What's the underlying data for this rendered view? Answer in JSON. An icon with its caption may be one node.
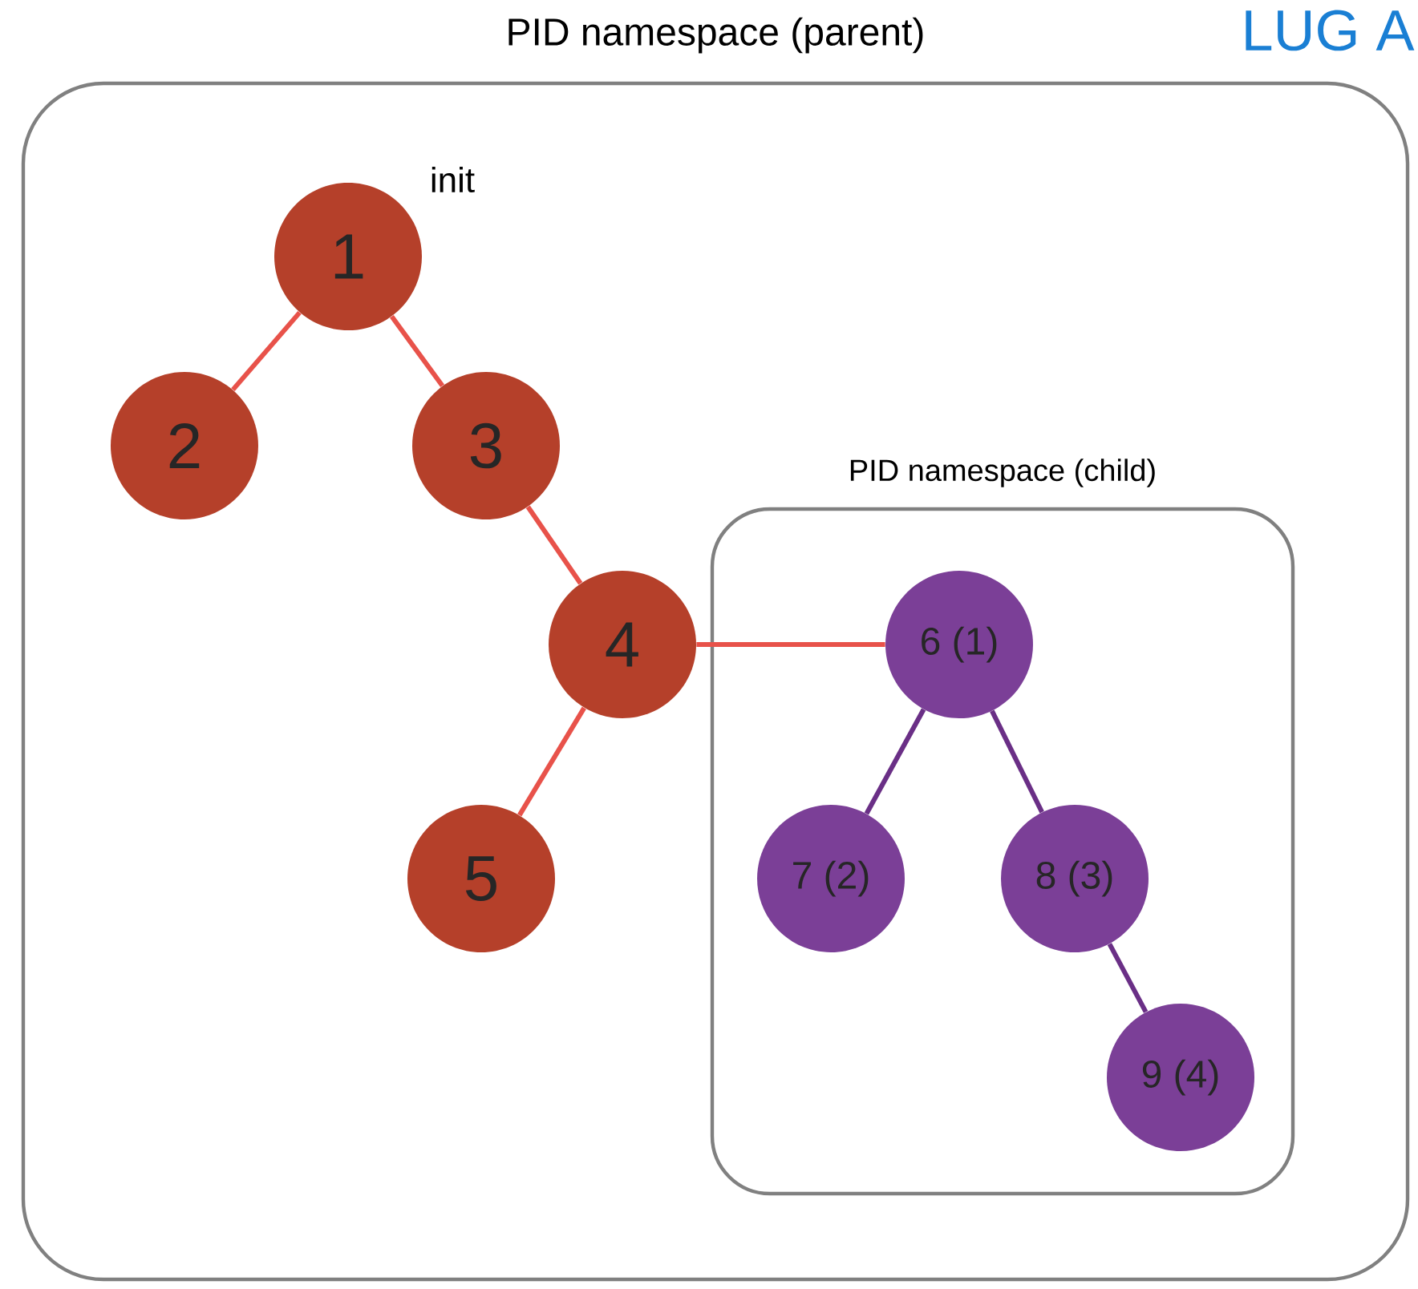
{
  "diagram": {
    "nodes": [
      {
        "text": [
          "PID namespace (parent)"
        ]
      },
      {
        "text": [
          "1"
        ],
        "beside": [
          "init"
        ],
        "in": 0
      },
      {
        "text": [
          "2"
        ],
        "in": 0
      },
      {
        "text": [
          "3"
        ],
        "in": 0
      },
      {
        "text": [
          "4"
        ],
        "in": 0
      },
      {
        "text": [
          "5"
        ],
        "in": 0
      },
      {
        "text": [
          "PID namespace (child)"
        ],
        "in": 0
      },
      {
        "text": [
          "6 (1)"
        ],
        "in": 6
      },
      {
        "text": [
          "7 (2)"
        ],
        "in": 6
      },
      {
        "text": [
          "8 (3)"
        ],
        "in": 6
      },
      {
        "text": [
          "9 (4)"
        ],
        "in": 6
      }
    ],
    "edges": [
      {
        "from": 1,
        "to": 2,
        "arrow": "none"
      },
      {
        "from": 1,
        "to": 3,
        "arrow": "none"
      },
      {
        "from": 3,
        "to": 4,
        "arrow": "none"
      },
      {
        "from": 4,
        "to": 5,
        "arrow": "none"
      },
      {
        "from": 4,
        "to": 7,
        "arrow": "none"
      },
      {
        "from": 7,
        "to": 8,
        "arrow": "none",
        "color": "#6a2f86"
      },
      {
        "from": 7,
        "to": 9,
        "arrow": "none",
        "color": "#6a2f86"
      },
      {
        "from": 9,
        "to": 10,
        "arrow": "none",
        "color": "#6a2f86"
      }
    ],
    "labels": [
      "LUG A"
    ]
  }
}
